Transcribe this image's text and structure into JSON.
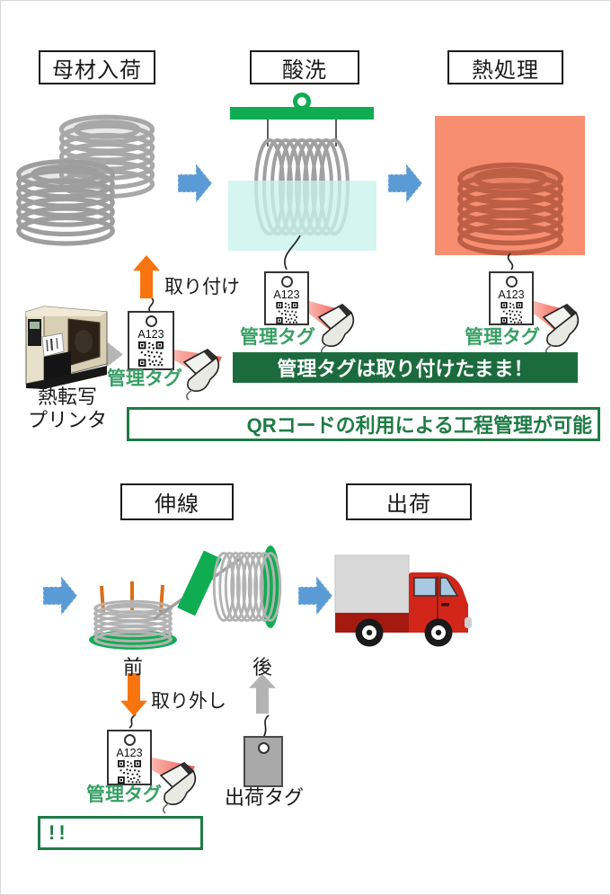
{
  "colors": {
    "green": "#10AC52",
    "green_dark": "#1C6B3E",
    "green_mid": "#1E7B45",
    "green_label": "#38A066",
    "orange": "#F8740E",
    "blue": "#5B9BD5",
    "salmon": "#F88E70",
    "bath": "#C9F2EC",
    "gray_arrow": "#B3B3B3",
    "truck_red": "#D3261B",
    "truck_red_dark": "#A51A10",
    "beam": "#F4695C"
  },
  "steps": {
    "material": "母材入荷",
    "pickling": "酸洗",
    "heat": "熱処理",
    "drawing": "伸線",
    "shipping": "出荷"
  },
  "tag": {
    "code": "A123",
    "label": "管理タグ"
  },
  "ship_tag": {
    "label": "出荷タグ"
  },
  "printer": {
    "line1": "熱転写",
    "line2": "プリンタ"
  },
  "actions": {
    "attach": "取り付け",
    "detach": "取り外し"
  },
  "markers": {
    "before": "前",
    "after": "後"
  },
  "banners": {
    "keep": "管理タグは取り付けたまま！",
    "qr": "QRコードの利用による工程管理が可能"
  },
  "note": {
    "text": "!!"
  }
}
